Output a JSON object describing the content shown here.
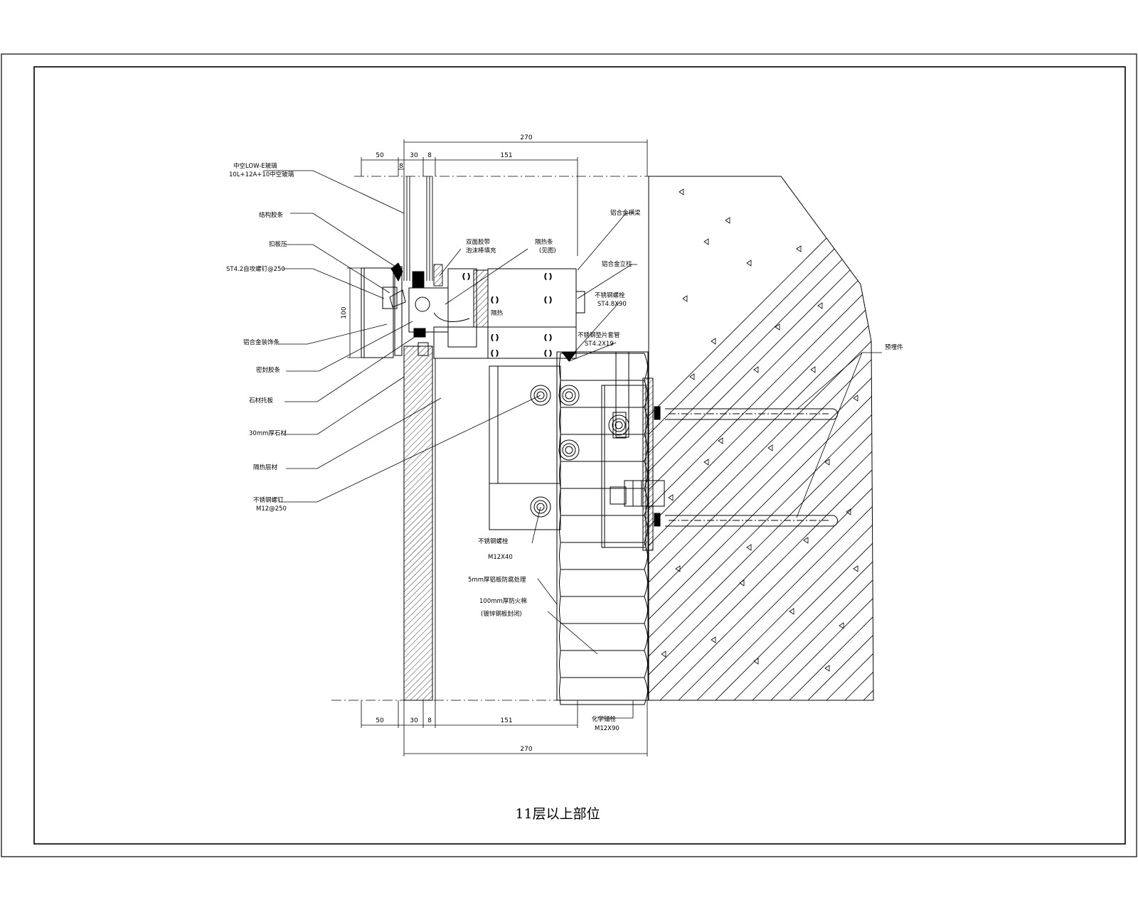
{
  "title": "11层以上部位",
  "dimensions": {
    "top_total": "270",
    "top_50": "50",
    "top_30": "30",
    "top_8": "8",
    "top_151": "151",
    "top_small_8": "8",
    "bottom_total": "270",
    "bottom_50": "50",
    "bottom_30": "30",
    "bottom_8": "8",
    "bottom_151": "151",
    "side_100": "100"
  },
  "left_callouts": [
    {
      "line1": "中空LOW-E玻璃",
      "line2": "10L+12A+10中空玻璃"
    },
    {
      "line1": "结构胶条",
      "line2": ""
    },
    {
      "line1": "扣板压",
      "line2": ""
    },
    {
      "line1": "ST4.2自攻螺钉@250",
      "line2": ""
    },
    {
      "line1": "铝合金装饰条",
      "line2": ""
    },
    {
      "line1": "密封胶条",
      "line2": ""
    },
    {
      "line1": "石材托板",
      "line2": ""
    },
    {
      "line1": "30mm厚石材",
      "line2": ""
    },
    {
      "line1": "隔热层材",
      "line2": ""
    },
    {
      "line1": "不锈钢螺钉",
      "line2": "M12@250"
    }
  ],
  "inner_callouts": [
    {
      "line1": "双面胶带",
      "line2": "泡沫棒填充"
    },
    {
      "line1": "隔热条",
      "line2": "(见图)"
    },
    {
      "line1": "隔热",
      "line2": ""
    }
  ],
  "right_callouts": [
    {
      "line1": "铝合金横梁",
      "line2": ""
    },
    {
      "line1": "铝合金立柱",
      "line2": ""
    },
    {
      "line1": "不锈钢螺栓",
      "line2": "ST4.8X90"
    },
    {
      "line1": "不锈钢垫片套管",
      "line2": "ST4.2X19"
    },
    {
      "line1": "不锈钢螺栓",
      "line2": "M12X40"
    },
    {
      "line1": "5mm厚铝板防腐处理",
      "line2": ""
    },
    {
      "line1": "100mm厚防火棉",
      "line2": "(镀锌钢板封闭)"
    },
    {
      "line1": "化学锚栓",
      "line2": "M12X90"
    },
    {
      "line1": "预埋件",
      "line2": ""
    }
  ]
}
